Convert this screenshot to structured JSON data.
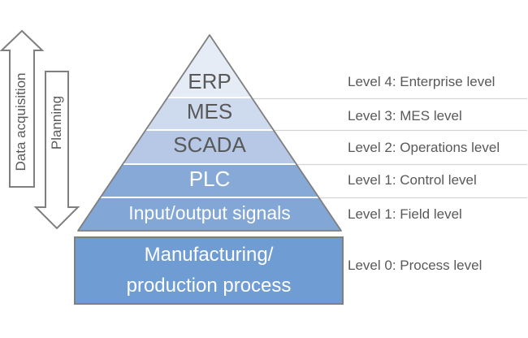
{
  "arrows": {
    "data_acquisition": {
      "label": "Data acquisition",
      "direction": "up"
    },
    "planning": {
      "label": "Planning",
      "direction": "down"
    }
  },
  "pyramid": {
    "levels": [
      {
        "name": "ERP",
        "fill": "#e5ecf6"
      },
      {
        "name": "MES",
        "fill": "#cedaee"
      },
      {
        "name": "SCADA",
        "fill": "#b6c8e5"
      },
      {
        "name": "PLC",
        "fill": "#86a9d8"
      },
      {
        "name": "Input/output signals",
        "fill": "#82a6d6"
      }
    ]
  },
  "base_block": {
    "line1": "Manufacturing/",
    "line2": "production process",
    "fill": "#6f9cd3"
  },
  "level_annotations": [
    {
      "text": "Level 4: Enterprise level"
    },
    {
      "text": "Level 3: MES level"
    },
    {
      "text": "Level 2: Operations level"
    },
    {
      "text": "Level 1: Control level"
    },
    {
      "text": "Level 1: Field level"
    },
    {
      "text": "Level 0: Process level"
    }
  ],
  "colors": {
    "outline": "#7f7f7f",
    "label_text": "#595959",
    "band_label_light": "#ffffff",
    "annotation_line": "#d4d4d4",
    "band_divider": "#ffffff",
    "arrow_fill": "#ffffff"
  }
}
